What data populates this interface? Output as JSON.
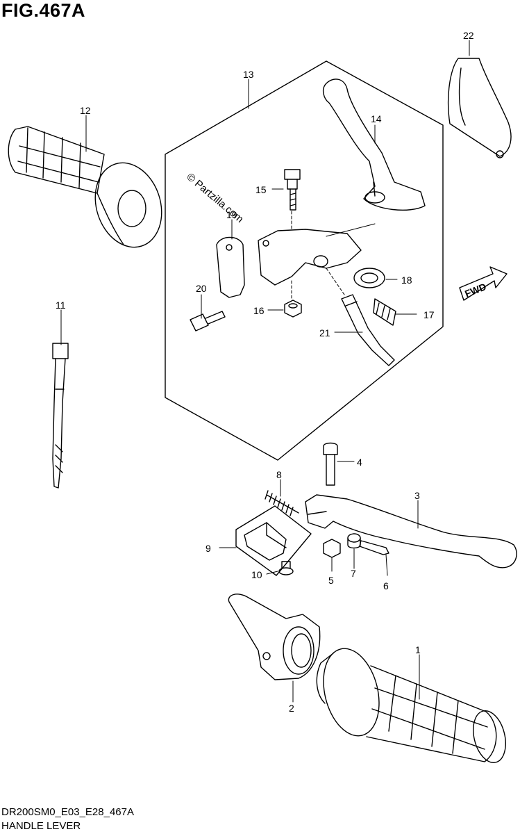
{
  "figure": {
    "title": "FIG.467A",
    "code": "DR200SM0_E03_E28_467A",
    "name": "HANDLE LEVER",
    "watermark": "© Partzilla.com",
    "fwd_label": "FWD"
  },
  "callouts": [
    {
      "id": "c1",
      "label": "1"
    },
    {
      "id": "c2",
      "label": "2"
    },
    {
      "id": "c3",
      "label": "3"
    },
    {
      "id": "c4",
      "label": "4"
    },
    {
      "id": "c5",
      "label": "5"
    },
    {
      "id": "c6",
      "label": "6"
    },
    {
      "id": "c7",
      "label": "7"
    },
    {
      "id": "c8",
      "label": "8"
    },
    {
      "id": "c9",
      "label": "9"
    },
    {
      "id": "c10",
      "label": "10"
    },
    {
      "id": "c11",
      "label": "11"
    },
    {
      "id": "c12",
      "label": "12"
    },
    {
      "id": "c13",
      "label": "13"
    },
    {
      "id": "c14",
      "label": "14"
    },
    {
      "id": "c15",
      "label": "15"
    },
    {
      "id": "c16",
      "label": "16"
    },
    {
      "id": "c17",
      "label": "17"
    },
    {
      "id": "c18",
      "label": "18"
    },
    {
      "id": "c19",
      "label": "19"
    },
    {
      "id": "c20",
      "label": "20"
    },
    {
      "id": "c21",
      "label": "21"
    },
    {
      "id": "c22",
      "label": "22"
    }
  ]
}
